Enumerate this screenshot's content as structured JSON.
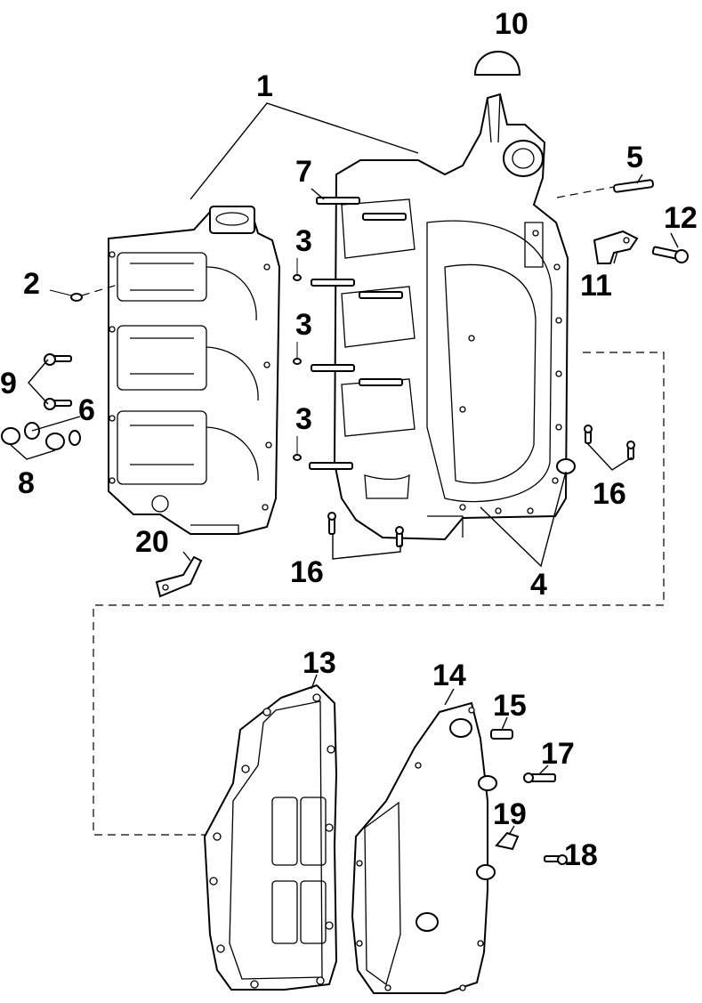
{
  "diagram": {
    "type": "exploded-parts-view",
    "callouts": {
      "c1": "1",
      "c2": "2",
      "c3a": "3",
      "c3b": "3",
      "c3c": "3",
      "c4": "4",
      "c5": "5",
      "c6": "6",
      "c7": "7",
      "c8": "8",
      "c9": "9",
      "c10": "10",
      "c11": "11",
      "c12": "12",
      "c13": "13",
      "c14": "14",
      "c15": "15",
      "c16a": "16",
      "c16b": "16",
      "c17": "17",
      "c18": "18",
      "c19": "19",
      "c20": "20"
    },
    "colors": {
      "ink": "#000000",
      "paper": "#ffffff"
    }
  }
}
